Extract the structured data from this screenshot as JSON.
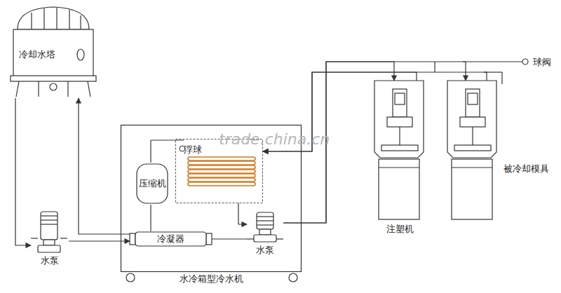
{
  "diagram": {
    "nodes": [
      {
        "text": [
          "冷却水塔"
        ]
      },
      {
        "text": [
          "水冷箱型冷水机"
        ]
      },
      {
        "text": [
          "压缩机"
        ],
        "in": 1
      },
      {
        "text": [
          "浮球"
        ],
        "in": 1
      },
      {
        "text": [
          "冷凝器"
        ],
        "in": 1
      },
      {
        "text": [
          "水泵"
        ],
        "in": 1
      },
      {
        "text": [
          "水泵"
        ]
      },
      {
        "text": [
          "注塑机"
        ]
      },
      {
        "text": [
          "被冷却模具"
        ]
      }
    ],
    "edges": [
      {
        "from": 0,
        "to": 6,
        "arrow": "to"
      },
      {
        "from": 6,
        "to": 4,
        "arrow": "to"
      },
      {
        "from": 4,
        "to": 0,
        "arrow": "to"
      },
      {
        "from": 5,
        "to": 7,
        "arrow": "to"
      },
      {
        "from": 5,
        "to": 8,
        "arrow": "to"
      },
      {
        "from": 7,
        "to": 3,
        "arrow": "to"
      },
      {
        "from": 8,
        "to": 3,
        "arrow": "to"
      },
      {
        "from": 3,
        "to": 5,
        "arrow": "to"
      }
    ],
    "labels": [
      "球阀",
      "trade.china.cn"
    ]
  }
}
